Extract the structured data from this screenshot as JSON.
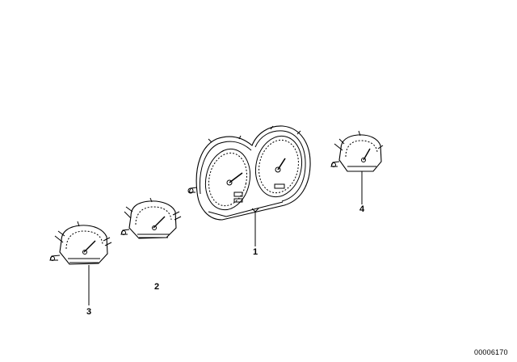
{
  "diagram": {
    "parts": [
      {
        "id": "1",
        "label": "1",
        "name": "instrument-cluster"
      },
      {
        "id": "2",
        "label": "2",
        "name": "gauge-2"
      },
      {
        "id": "3",
        "label": "3",
        "name": "gauge-3"
      },
      {
        "id": "4",
        "label": "4",
        "name": "gauge-4"
      }
    ],
    "document_number": "00006170"
  }
}
